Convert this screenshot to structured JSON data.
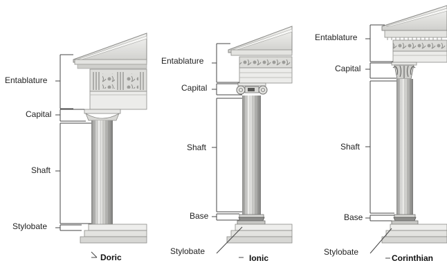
{
  "diagram": {
    "orders": [
      {
        "name": "Doric",
        "labels": {
          "entablature": "Entablature",
          "capital": "Capital",
          "shaft": "Shaft",
          "stylobate": "Stylobate"
        }
      },
      {
        "name": "Ionic",
        "labels": {
          "entablature": "Entablature",
          "capital": "Capital",
          "shaft": "Shaft",
          "base": "Base",
          "stylobate": "Stylobate"
        }
      },
      {
        "name": "Corinthian",
        "labels": {
          "entablature": "Entablature",
          "capital": "Capital",
          "shaft": "Shaft",
          "base": "Base",
          "stylobate": "Stylobate"
        }
      }
    ],
    "colors": {
      "stone": "#e9e9e7",
      "stone_dark": "#b9b9b6",
      "shaft_dark": "#8e8e8c",
      "line": "#555555",
      "bracket": "#444444"
    }
  }
}
